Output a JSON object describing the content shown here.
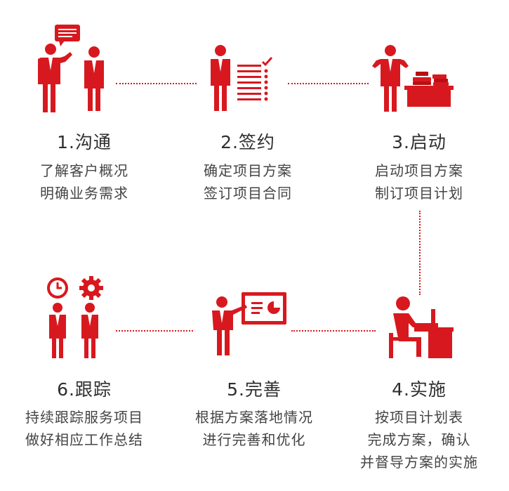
{
  "colors": {
    "accent": "#d7191f",
    "text": "#444444"
  },
  "steps": [
    {
      "title": "1.沟通",
      "lines": [
        "了解客户概况",
        "明确业务需求"
      ],
      "icon": "two-people-talking-icon"
    },
    {
      "title": "2.签约",
      "lines": [
        "确定项目方案",
        "签订项目合同"
      ],
      "icon": "person-checklist-icon"
    },
    {
      "title": "3.启动",
      "lines": [
        "启动项目方案",
        "制订项目计划"
      ],
      "icon": "person-desk-books-icon"
    },
    {
      "title": "4.实施",
      "lines": [
        "按项目计划表",
        "完成方案，确认",
        "并督导方案的实施"
      ],
      "icon": "person-computer-desk-icon"
    },
    {
      "title": "5.完善",
      "lines": [
        "根据方案落地情况",
        "进行完善和优化"
      ],
      "icon": "person-presentation-board-icon"
    },
    {
      "title": "6.跟踪",
      "lines": [
        "持续跟踪服务项目",
        "做好相应工作总结"
      ],
      "icon": "people-clock-gear-icon"
    }
  ]
}
